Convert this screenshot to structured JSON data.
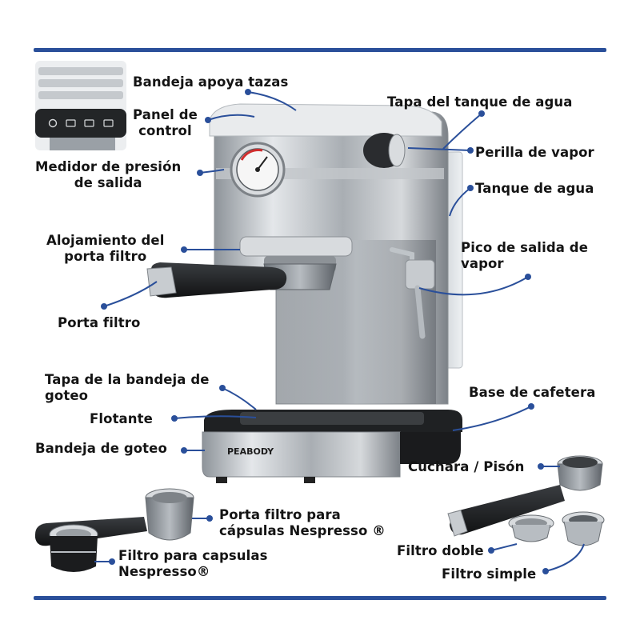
{
  "brand": "PEABODY",
  "accent_color": "#2a4f9a",
  "labels": {
    "bandeja_apoya_tazas": "Bandeja apoya tazas",
    "panel_de_control": [
      "Panel de",
      "control"
    ],
    "medidor_presion": [
      "Medidor de presión",
      "de salida"
    ],
    "alojamiento_porta_filtro": [
      "Alojamiento del",
      "porta filtro"
    ],
    "porta_filtro": "Porta filtro",
    "tapa_bandeja_goteo": [
      "Tapa de la bandeja de",
      "goteo"
    ],
    "flotante": "Flotante",
    "bandeja_de_goteo": "Bandeja de goteo",
    "tapa_tanque_agua": "Tapa del tanque de agua",
    "perilla_de_vapor": "Perilla de vapor",
    "tanque_de_agua": "Tanque de agua",
    "pico_salida_vapor": [
      "Pico de salida de",
      "vapor"
    ],
    "base_de_cafetera": "Base de cafetera",
    "cuchara_pison": "Cuchara / Pisón",
    "porta_filtro_capsulas": [
      "Porta filtro para",
      "cápsulas Nespresso ®"
    ],
    "filtro_capsulas": [
      "Filtro para capsulas",
      "Nespresso®"
    ],
    "filtro_doble": "Filtro doble",
    "filtro_simple": "Filtro simple"
  }
}
